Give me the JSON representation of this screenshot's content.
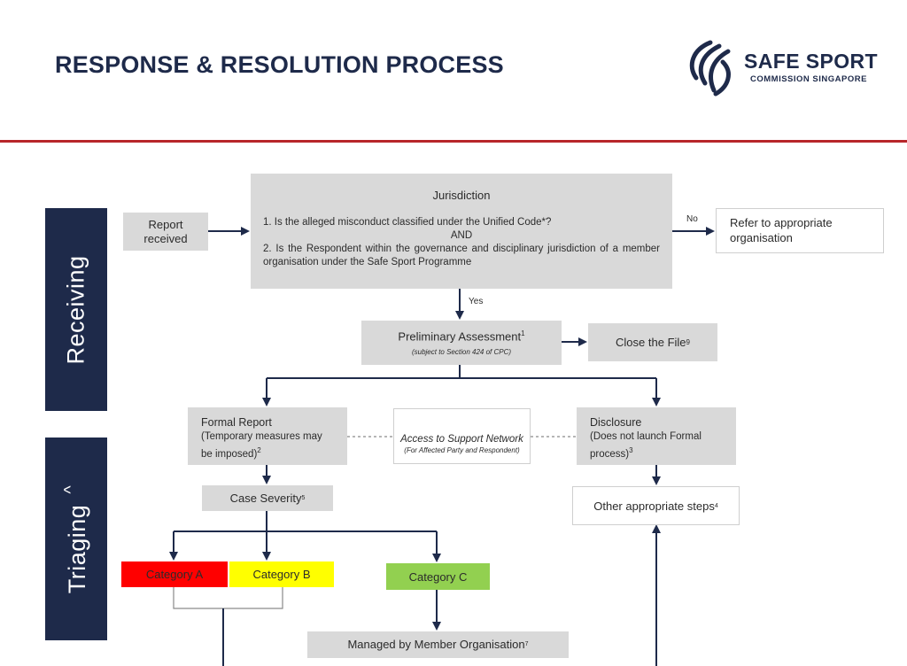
{
  "header": {
    "title": "RESPONSE & RESOLUTION PROCESS",
    "logo_title": "SAFE SPORT",
    "logo_subtitle": "COMMISSION SINGAPORE"
  },
  "phases": {
    "receiving": "Receiving",
    "triaging": "Triaging",
    "triaging_mark": "^"
  },
  "nodes": {
    "report": {
      "line1": "Report",
      "line2": "received"
    },
    "jurisdiction": {
      "title": "Jurisdiction",
      "q1": "1.  Is the alleged misconduct classified under the Unified Code*?",
      "and": "AND",
      "q2": "2.  Is the Respondent within the governance and disciplinary jurisdiction of a member organisation under the Safe Sport Programme"
    },
    "refer": {
      "line1": "Refer to appropriate",
      "line2": "organisation"
    },
    "preliminary": {
      "title": "Preliminary Assessment",
      "sup": "1",
      "note": "(subject to Section 424 of CPC)"
    },
    "close": {
      "title": "Close the File",
      "sup": "9"
    },
    "formal": {
      "line1": "Formal Report",
      "line2": "(Temporary measures may",
      "line3": "be imposed)",
      "sup": "2"
    },
    "support": {
      "title": "Access to Support Network",
      "note": "(For Affected Party and Respondent)"
    },
    "disclosure": {
      "line1": "Disclosure",
      "line2": "(Does not launch Formal",
      "line3": "process)",
      "sup": "3"
    },
    "severity": {
      "title": "Case Severity",
      "sup": "5"
    },
    "other": {
      "title": "Other appropriate steps",
      "sup": "4"
    },
    "cat_a": {
      "title": "Category A",
      "color": "#ff0000"
    },
    "cat_b": {
      "title": "Category B",
      "color": "#ffff00"
    },
    "cat_c": {
      "title": "Category C",
      "color": "#92d050"
    },
    "managed": {
      "title": "Managed by Member Organisation",
      "sup": "7"
    }
  },
  "edges": {
    "no": "No",
    "yes": "Yes"
  },
  "colors": {
    "navy": "#1e2a4a",
    "red_rule": "#b8262a",
    "box_grey": "#d9d9d9"
  }
}
